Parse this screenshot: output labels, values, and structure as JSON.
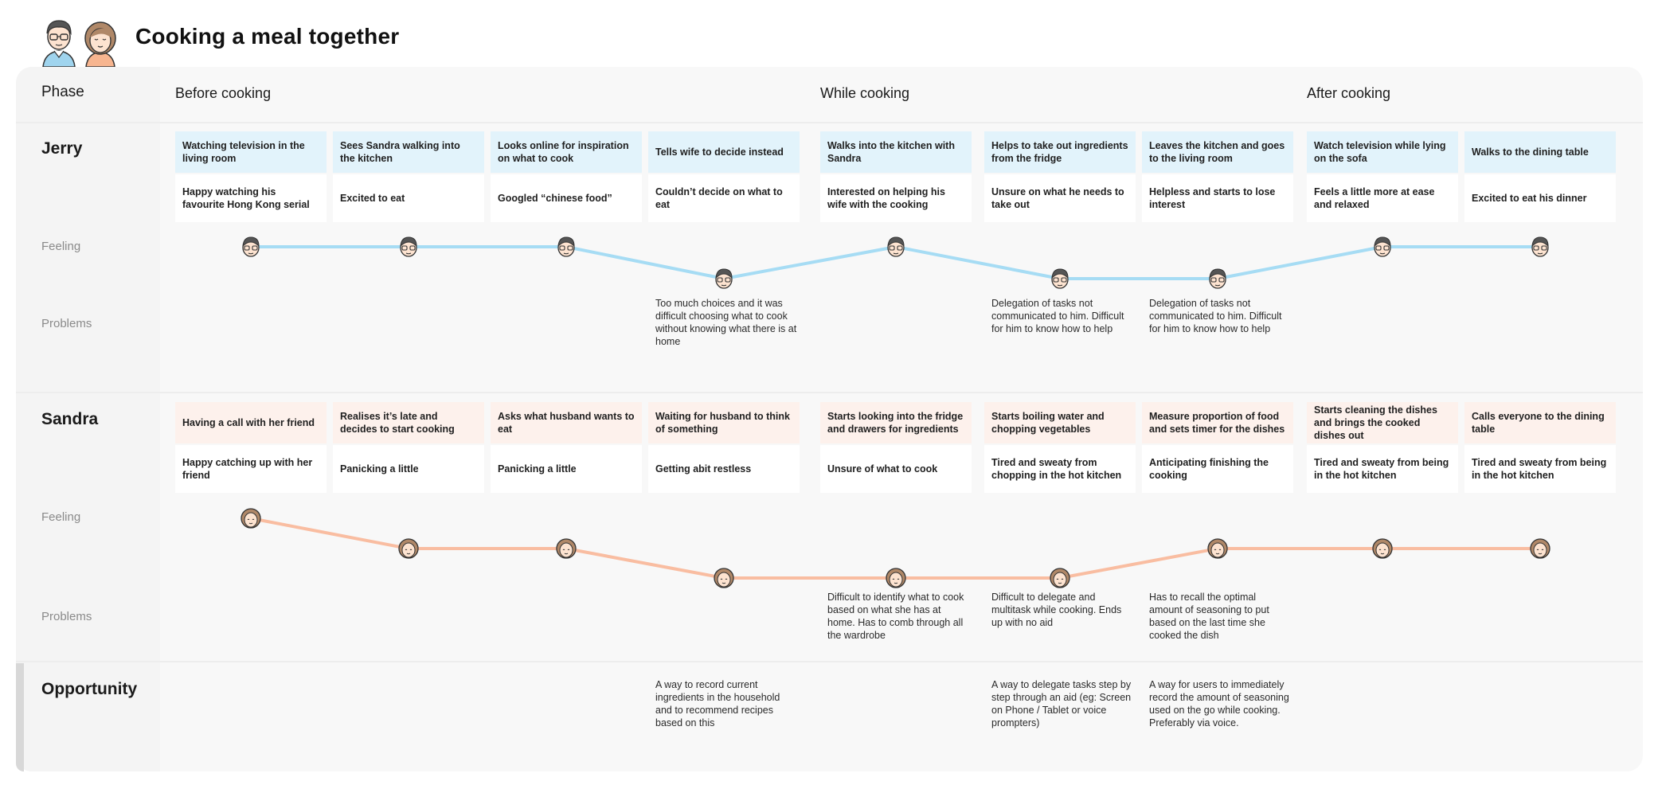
{
  "title": "Cooking a meal together",
  "colors": {
    "jerry_card": "#e2f3fb",
    "sandra_card": "#fdf1ec",
    "jerry_line": "#a6dcf4",
    "sandra_line": "#f9bda1"
  },
  "row_labels": {
    "phase": "Phase",
    "jerry": "Jerry",
    "jerry_feeling": "Feeling",
    "jerry_problems": "Problems",
    "sandra": "Sandra",
    "sandra_feeling": "Feeling",
    "sandra_problems": "Problems",
    "opportunity": "Opportunity"
  },
  "phases": [
    "Before cooking",
    "While cooking",
    "After cooking"
  ],
  "jerry": {
    "actions": [
      "Watching television in the living room",
      "Sees Sandra walking into the kitchen",
      "Looks online for inspiration on what to cook",
      "Tells wife to decide instead",
      "Walks into the kitchen with Sandra",
      "Helps to take out ingredients from the fridge",
      "Leaves the kitchen and goes to the living room",
      "Watch television while lying on the sofa",
      "Walks to the dining table"
    ],
    "thoughts": [
      "Happy watching his favourite Hong Kong serial",
      "Excited to eat",
      "Googled “chinese food”",
      "Couldn’t decide on what to eat",
      "Interested on helping his wife with the cooking",
      "Unsure on what he needs to take out",
      "Helpless and starts to lose interest",
      "Feels a little more at ease and relaxed",
      "Excited to eat his dinner"
    ],
    "feeling_levels": [
      1,
      1,
      1,
      0,
      1,
      0,
      0,
      1,
      1
    ],
    "problems": [
      "",
      "",
      "",
      "Too much choices and it was difficult choosing what to cook without knowing what there is at home",
      "",
      "Delegation of tasks not communicated to him. Difficult for him to know how to help",
      "Delegation of tasks not communicated to him. Difficult for him to know how to help",
      "",
      ""
    ]
  },
  "sandra": {
    "actions": [
      "Having a call with her friend",
      "Realises it’s late and decides to start cooking",
      "Asks what husband wants to eat",
      "Waiting for husband to think of something",
      "Starts looking into the fridge and drawers for ingredients",
      "Starts boiling water and chopping vegetables",
      "Measure proportion of food and sets timer for the dishes",
      "Starts cleaning the dishes and brings the cooked dishes out",
      "Calls everyone to the dining table"
    ],
    "thoughts": [
      "Happy catching up with her friend",
      "Panicking a little",
      "Panicking a little",
      "Getting abit restless",
      "Unsure of what to cook",
      "Tired and sweaty from chopping in the hot kitchen",
      "Anticipating finishing the cooking",
      "Tired and sweaty from being in the hot kitchen",
      "Tired and sweaty from being in the hot kitchen"
    ],
    "feeling_levels": [
      2,
      1,
      1,
      0,
      0,
      0,
      1,
      1,
      1
    ],
    "problems": [
      "",
      "",
      "",
      "",
      "Difficult to identify what to cook based on what she has at home. Has to comb through all the wardrobe",
      "Difficult to delegate and multitask while cooking. Ends up with no aid",
      "Has to recall the optimal amount of seasoning to put based on the last time she cooked the dish",
      "",
      ""
    ]
  },
  "opportunities": [
    "",
    "",
    "",
    "A way to record current ingredients in the household and to recommend recipes based on this",
    "",
    "A way to delegate tasks step by step through an aid (eg: Screen on Phone / Tablet or voice prompters)",
    "A way for users to immediately record the amount of seasoning used on the go while cooking. Preferably via voice.",
    "",
    ""
  ]
}
